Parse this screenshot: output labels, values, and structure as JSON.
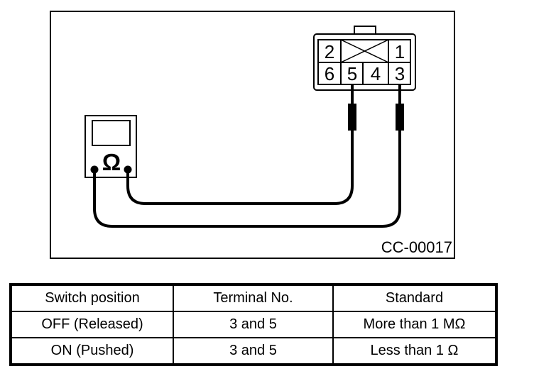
{
  "figure": {
    "code": "CC-00017",
    "connector": {
      "terminals_top": [
        "2",
        "1"
      ],
      "terminals_bottom": [
        "6",
        "5",
        "4",
        "3"
      ]
    },
    "meter": {
      "mode_symbol": "Ω"
    }
  },
  "table": {
    "headers": [
      "Switch position",
      "Terminal No.",
      "Standard"
    ],
    "rows": [
      [
        "OFF (Released)",
        "3 and 5",
        "More than 1 MΩ"
      ],
      [
        "ON (Pushed)",
        "3 and 5",
        "Less than 1 Ω"
      ]
    ]
  }
}
